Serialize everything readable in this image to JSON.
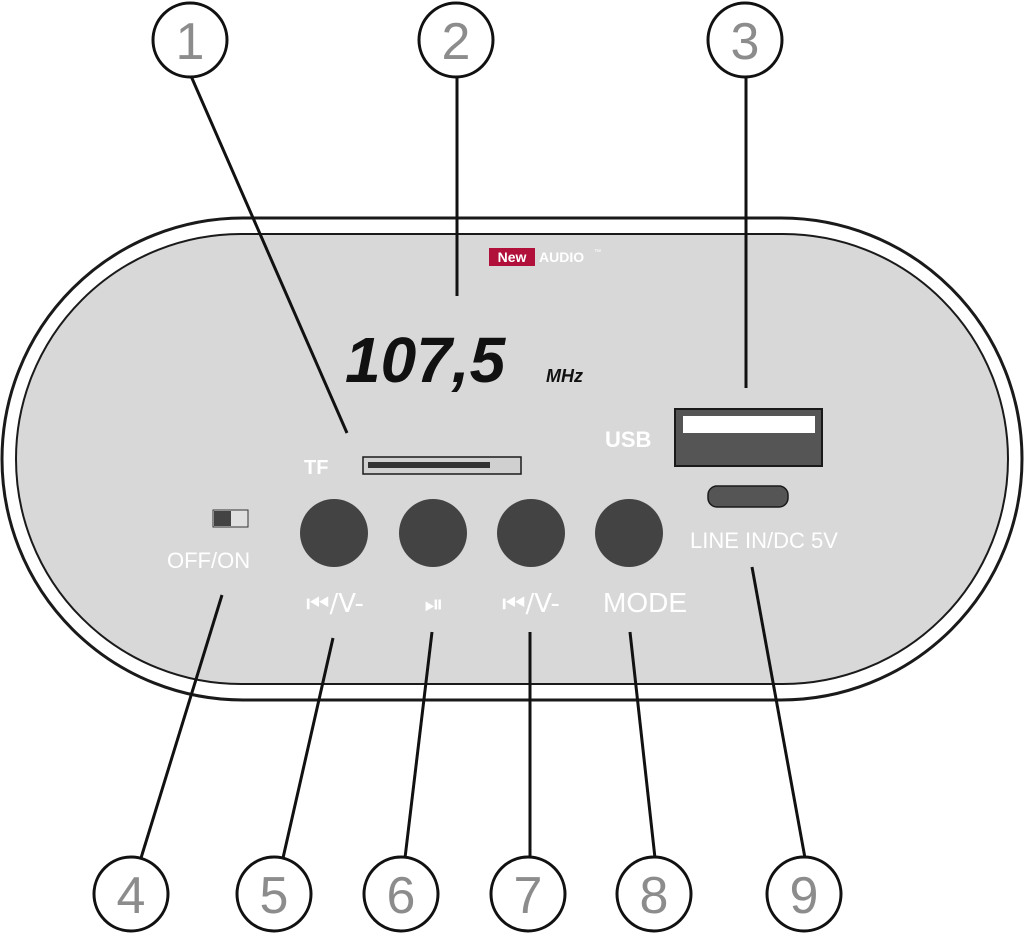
{
  "brand": {
    "new_text": "New",
    "audio_text": "AUDIO",
    "tm_text": "™",
    "accent_color": "#b0103a"
  },
  "display": {
    "frequency": "107,5",
    "unit": "MHz"
  },
  "labels": {
    "tf": "TF",
    "usb": "USB",
    "line_in": "LINE IN/DC 5V",
    "off_on": "OFF/ON",
    "prev_vol_down": "⏮/V-",
    "play_pause": "⏯",
    "next_vol_down": "⏮/V-",
    "mode": "MODE"
  },
  "callouts": [
    "1",
    "2",
    "3",
    "4",
    "5",
    "6",
    "7",
    "8",
    "9"
  ],
  "colors": {
    "panel": "#d8d8d8",
    "button": "#434343",
    "label_text": "#ffffff",
    "callout_text": "#8c8c8c"
  }
}
